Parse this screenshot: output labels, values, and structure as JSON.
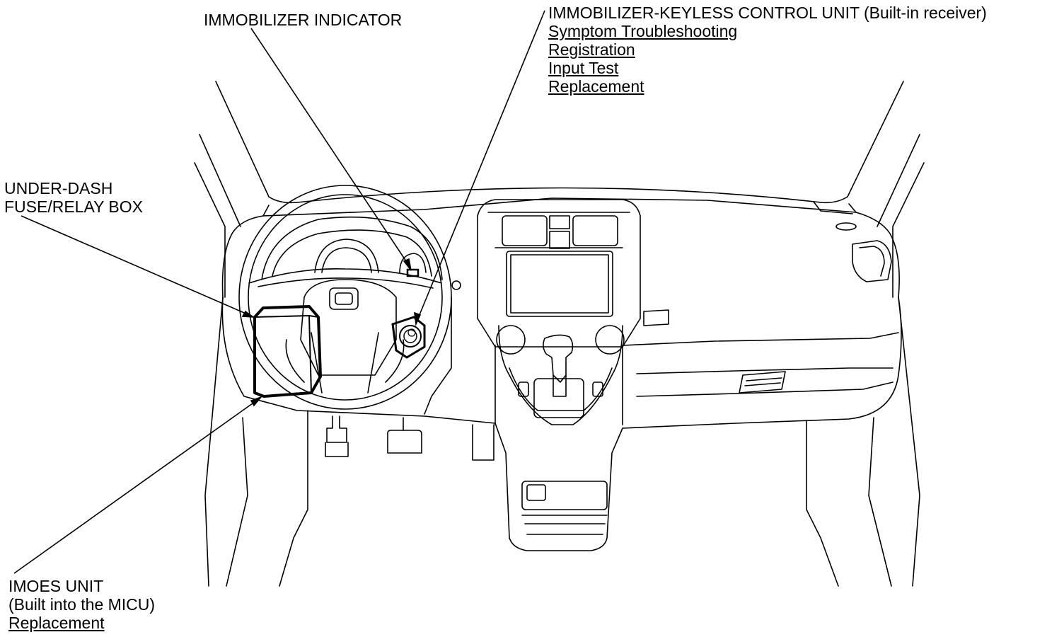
{
  "labels": {
    "immobilizer_indicator": "IMMOBILIZER INDICATOR",
    "control_unit": {
      "title": "IMMOBILIZER-KEYLESS CONTROL UNIT (Built-in receiver)",
      "links": [
        "Symptom Troubleshooting",
        "Registration",
        "Input Test",
        "Replacement"
      ]
    },
    "fuse_box": {
      "line1": "UNDER-DASH",
      "line2": "FUSE/RELAY BOX"
    },
    "imoes": {
      "line1": "IMOES UNIT",
      "line2": "(Built into the MICU)",
      "link": "Replacement"
    }
  }
}
